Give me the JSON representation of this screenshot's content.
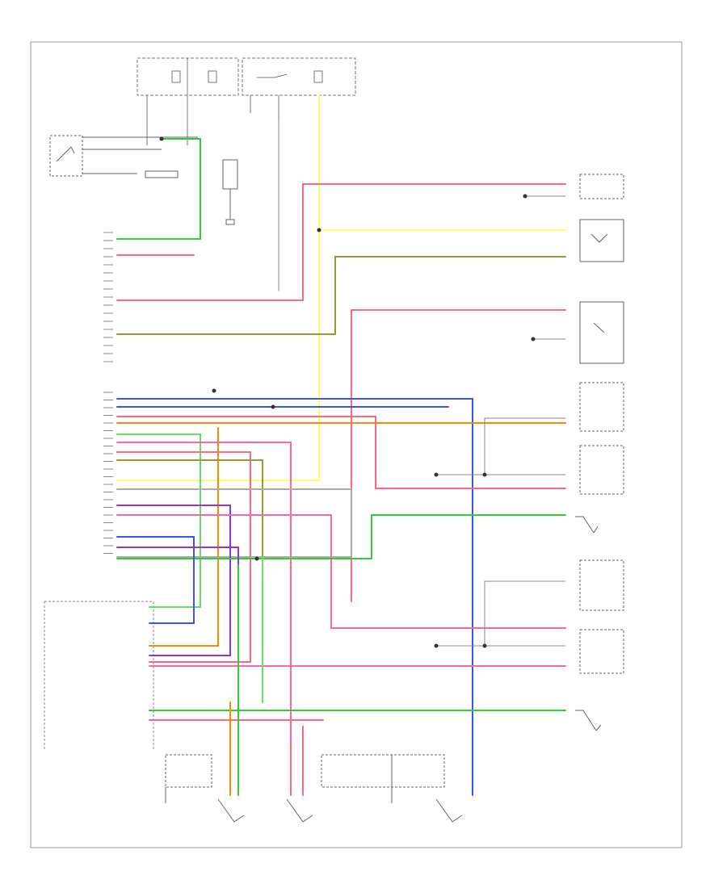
{
  "diagram": {
    "corner_label": "",
    "frame_color": "#9a9a9a",
    "component_color": "#666666",
    "label_color": "#8a8a8a"
  },
  "wires": [
    {
      "id": "w-yellow-trunk",
      "color": "#ffff66"
    },
    {
      "id": "w-green-top",
      "color": "#33cc33"
    },
    {
      "id": "w-red-left",
      "color": "#ff6680"
    },
    {
      "id": "w-blue-long",
      "color": "#3355ff"
    },
    {
      "id": "w-orange",
      "color": "#ff8800"
    },
    {
      "id": "w-purple",
      "color": "#9933cc"
    },
    {
      "id": "w-pink",
      "color": "#ff66aa"
    },
    {
      "id": "w-lightgreen",
      "color": "#66dd66"
    },
    {
      "id": "w-olive",
      "color": "#999933"
    },
    {
      "id": "w-gray",
      "color": "#aaaaaa"
    }
  ]
}
